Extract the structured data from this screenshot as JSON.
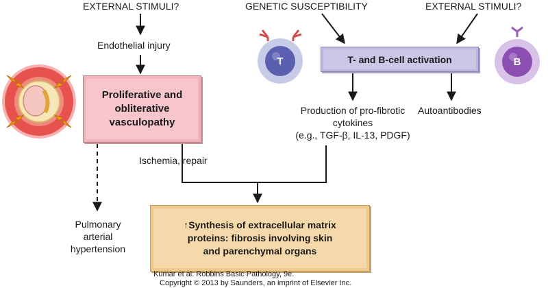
{
  "labels": {
    "external_stimuli_left": "EXTERNAL STIMULI?",
    "genetic_susceptibility": "GENETIC SUSCEPTIBILITY",
    "external_stimuli_right": "EXTERNAL STIMULI?",
    "endothelial_injury": "Endothelial injury",
    "production_line1": "Production of pro-fibrotic",
    "production_line2": "cytokines",
    "production_line3": "(e.g., TGF-β, IL-13, PDGF)",
    "autoantibodies": "Autoantibodies",
    "ischemia_repair": "Ischemia, repair",
    "pulmonary_line1": "Pulmonary",
    "pulmonary_line2": "arterial",
    "pulmonary_line3": "hypertension"
  },
  "boxes": {
    "vasculopathy_line1": "Proliferative and",
    "vasculopathy_line2": "obliterative",
    "vasculopathy_line3": "vasculopathy",
    "tb_activation": "T- and B-cell activation",
    "ecm_line1": "Synthesis of extracellular matrix",
    "ecm_line2": "proteins: fibrosis involving skin",
    "ecm_line3": "and parenchymal organs",
    "ecm_arrow": "↑"
  },
  "cells": {
    "t_cell_letter": "T",
    "b_cell_letter": "B"
  },
  "citation": {
    "line1": "Kumar et al: Robbins Basic Pathology, 9e.",
    "line2": "Copyright © 2013  by Saunders, an imprint of Elsevier Inc."
  },
  "colors": {
    "vasculopathy_fill": "#f6c6cc",
    "activation_fill": "#ccc7e6",
    "fibrosis_fill": "#f6d9aa",
    "t_cell": "#5a5fb0",
    "b_cell": "#8a4fb0",
    "vessel": "#e84a4a",
    "arrow_accent": "#f39a1e"
  }
}
